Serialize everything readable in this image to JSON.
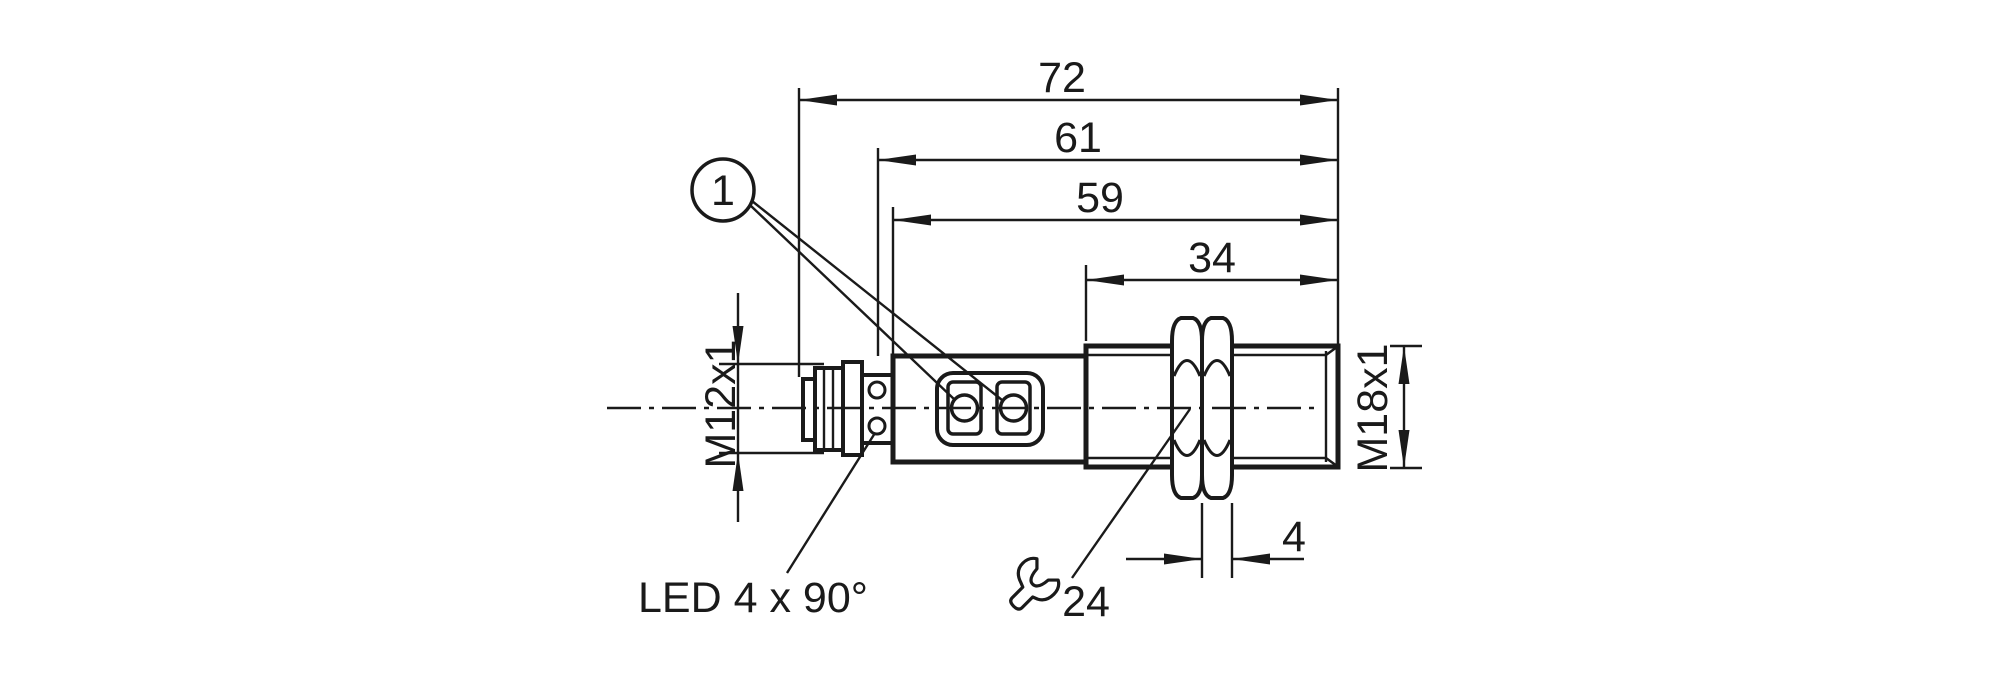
{
  "drawing": {
    "background_color": "#ffffff",
    "line_color": "#1a1a1a",
    "callout_1": "1",
    "led_note": "LED 4 x 90°",
    "wrench_size": "24",
    "dims": {
      "overall_length": "72",
      "length_to_flange": "61",
      "housing_length": "59",
      "thread_length": "34",
      "nut_width": "4",
      "connector_thread": "M12x1",
      "mounting_thread": "M18x1"
    }
  }
}
